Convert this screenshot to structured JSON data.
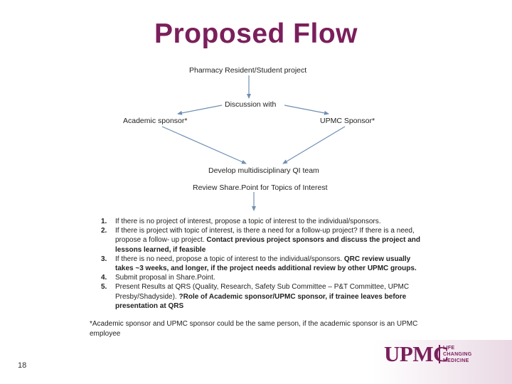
{
  "title": "Proposed Flow",
  "diagram": {
    "nodes": {
      "project": "Pharmacy Resident/Student project",
      "discussion": "Discussion with",
      "academic_sponsor": "Academic sponsor*",
      "upmc_sponsor": "UPMC Sponsor*",
      "qi_team": "Develop multidisciplinary QI team",
      "sharepoint": "Review Share.Point for Topics of Interest"
    },
    "steps": [
      {
        "num": "1.",
        "parts": [
          {
            "text": "If there is no project of interest, propose a topic of interest to the individual/sponsors.",
            "bold": false
          }
        ]
      },
      {
        "num": "2.",
        "parts": [
          {
            "text": "If there is project with topic of interest, is there a need for a follow-up project? If there is a need, propose a follow- up project. ",
            "bold": false
          },
          {
            "text": "Contact previous project sponsors and discuss the project and lessons learned, if feasible",
            "bold": true
          }
        ]
      },
      {
        "num": "3.",
        "parts": [
          {
            "text": "If there is no need, propose a topic of interest to the individual/sponsors. ",
            "bold": false
          },
          {
            "text": "QRC review usually takes ~3 weeks, and longer, if the project needs additional review by other UPMC groups.",
            "bold": true
          }
        ]
      },
      {
        "num": "4.",
        "parts": [
          {
            "text": "Submit proposal in Share.Point.",
            "bold": false
          }
        ]
      },
      {
        "num": "5.",
        "parts": [
          {
            "text": "Present Results at QRS (Quality, Research, Safety Sub Committee – P&T Committee, UPMC Presby/Shadyside). ",
            "bold": false
          },
          {
            "text": "?Role of Academic sponsor/UPMC sponsor, if trainee leaves before presentation at QRS",
            "bold": true
          }
        ]
      }
    ],
    "footnote": "*Academic sponsor and UPMC sponsor could be the same person, if the academic sponsor is an UPMC employee"
  },
  "footer": {
    "page_number": "18",
    "logo_text": "UPMC",
    "tagline": [
      "LIFE",
      "CHANGING",
      "MEDICINE"
    ]
  },
  "colors": {
    "brand": "#7a1f5c",
    "arrow": "#6f8fb3",
    "text": "#222222"
  }
}
